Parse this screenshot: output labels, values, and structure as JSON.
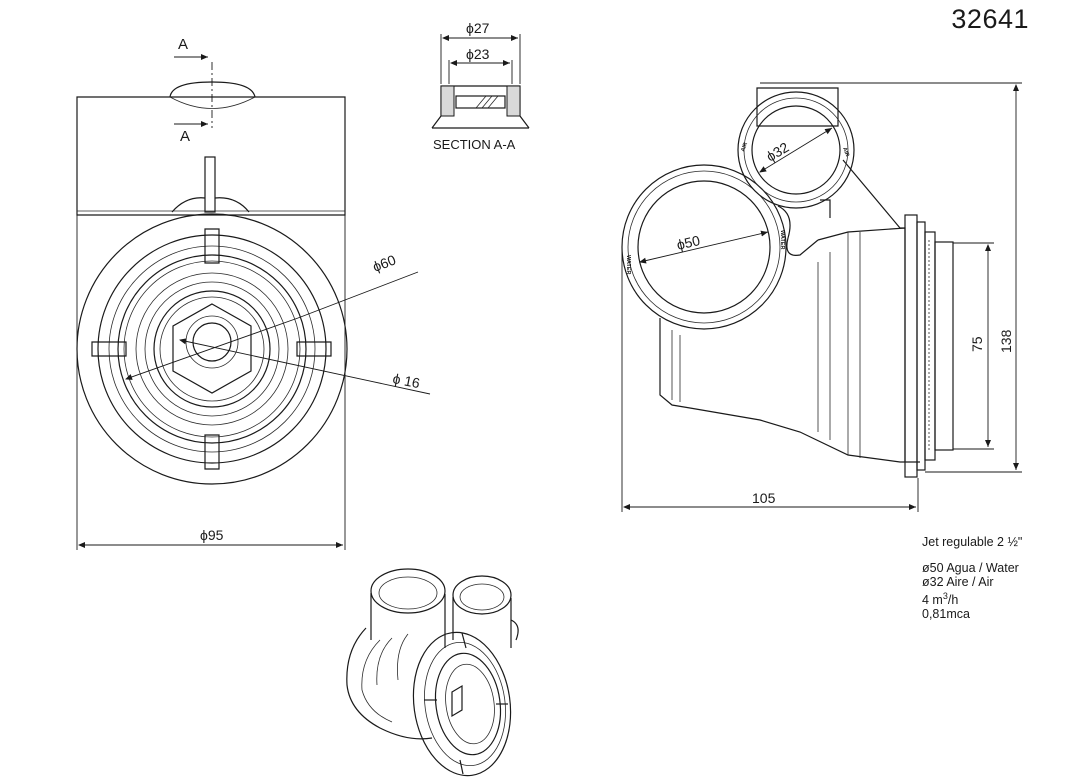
{
  "drawing": {
    "reference": "32641",
    "section_marker": "A",
    "section_label": "SECTION A-A",
    "dimensions": {
      "d27": "ϕ27",
      "d23": "ϕ23",
      "d60": "ϕ60",
      "d16": "ϕ 16",
      "d95": "ϕ95",
      "d32": "ϕ32",
      "d50": "ϕ50",
      "w105": "105",
      "h75": "75",
      "h138": "138"
    },
    "pipe_labels": {
      "water": "WATER",
      "air": "AIR"
    },
    "specs": {
      "title": "Jet regulable 2 ½\"",
      "water": "ø50 Agua / Water",
      "air": "ø32 Aire / Air",
      "flow_value": "4 m",
      "flow_exp": "3",
      "flow_unit": "/h",
      "pressure": "0,81mca"
    }
  }
}
